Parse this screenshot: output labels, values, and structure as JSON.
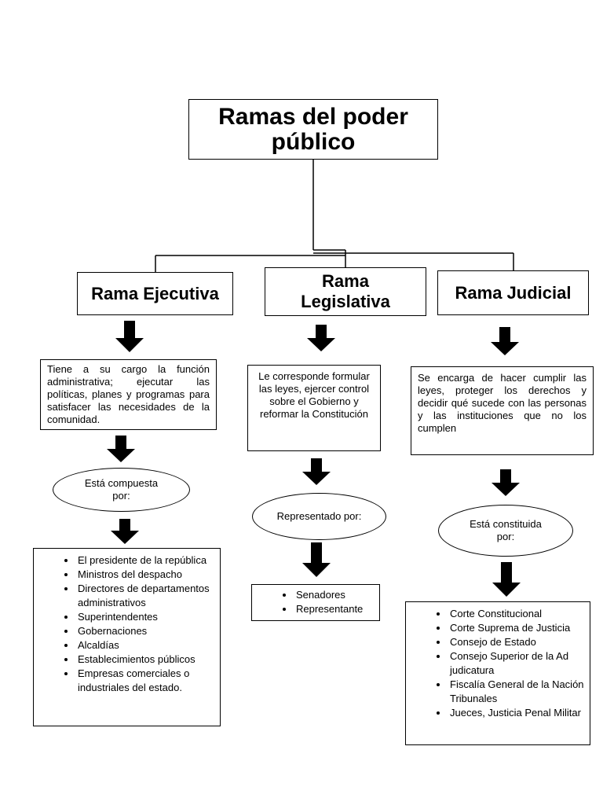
{
  "title": "Ramas del poder público",
  "branches": [
    {
      "name": "Rama Ejecutiva",
      "description": "Tiene a su cargo la función administrativa; ejecutar las políticas, planes y programas para satisfacer las necesidades de la comunidad.",
      "composition_label": "Está compuesta por:",
      "items": [
        "El presidente de la república",
        "Ministros del despacho",
        "Directores de departamentos administrativos",
        "Superintendentes",
        "Gobernaciones",
        "Alcaldías",
        "Establecimientos públicos",
        "Empresas comerciales o industriales del estado."
      ]
    },
    {
      "name": "Rama Legislativa",
      "description": "Le corresponde formular las leyes, ejercer control sobre el Gobierno y reformar la Constitución",
      "composition_label": "Representado por:",
      "items": [
        "Senadores",
        "Representante"
      ]
    },
    {
      "name": "Rama Judicial",
      "description": "Se encarga de hacer cumplir las leyes, proteger los derechos y decidir qué sucede con las personas y las instituciones que no los cumplen",
      "composition_label": "Está constituida por:",
      "items": [
        "Corte Constitucional",
        "Corte Suprema de Justicia",
        "Consejo de Estado",
        "Consejo Superior de la Ad judicatura",
        "Fiscalía General de la Nación Tribunales",
        "Jueces, Justicia Penal Militar"
      ]
    }
  ]
}
